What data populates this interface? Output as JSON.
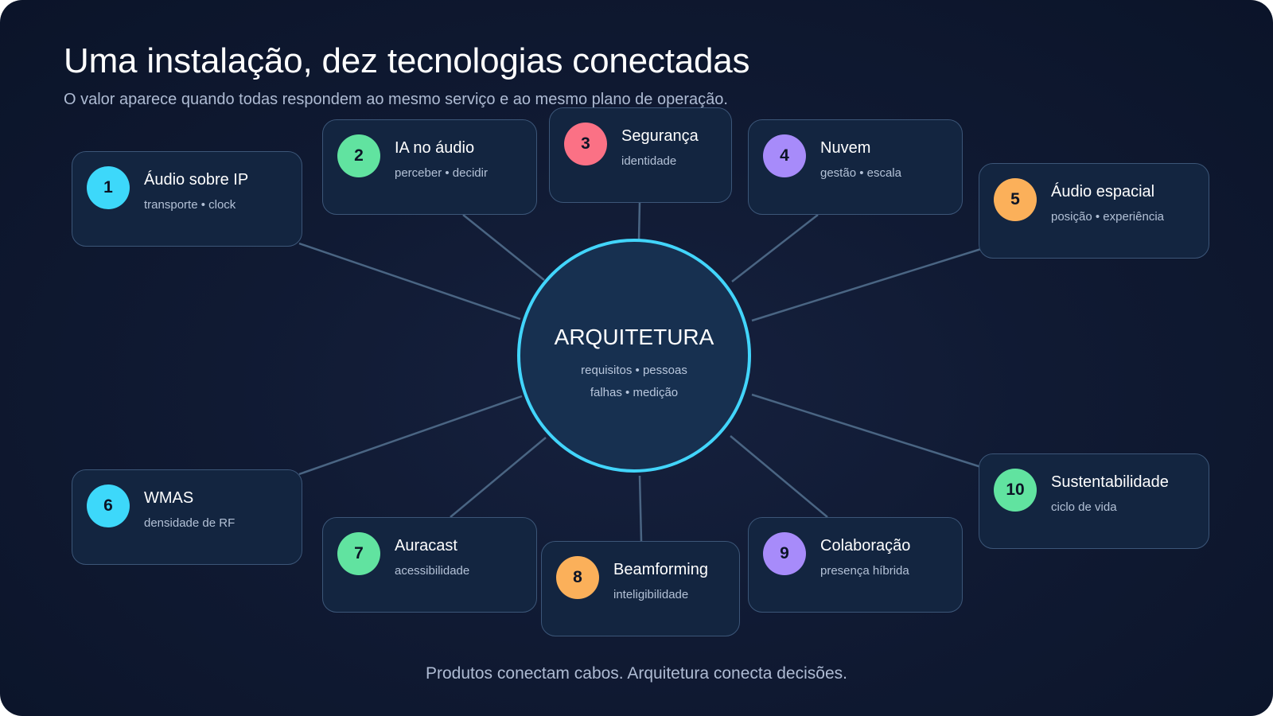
{
  "header": {
    "title": "Uma instalação, dez tecnologias conectadas",
    "subtitle": "O valor aparece quando todas respondem ao mesmo serviço e ao mesmo plano de operação."
  },
  "hub": {
    "title": "ARQUITETURA",
    "line1": "requisitos • pessoas",
    "line2": "falhas • medição",
    "border_color": "#42d5fb"
  },
  "nodes": [
    {
      "number": "1",
      "title": "Áudio sobre IP",
      "subtitle": "transporte • clock",
      "color": "#3dd8fa"
    },
    {
      "number": "2",
      "title": "IA no áudio",
      "subtitle": "perceber • decidir",
      "color": "#61e3a0"
    },
    {
      "number": "3",
      "title": "Segurança",
      "subtitle": "identidade",
      "color": "#fb7185"
    },
    {
      "number": "4",
      "title": "Nuvem",
      "subtitle": "gestão • escala",
      "color": "#a78bfa"
    },
    {
      "number": "5",
      "title": "Áudio espacial",
      "subtitle": "posição • experiência",
      "color": "#fbb05a"
    },
    {
      "number": "6",
      "title": "WMAS",
      "subtitle": "densidade de RF",
      "color": "#3dd8fa"
    },
    {
      "number": "7",
      "title": "Auracast",
      "subtitle": "acessibilidade",
      "color": "#61e3a0"
    },
    {
      "number": "8",
      "title": "Beamforming",
      "subtitle": "inteligibilidade",
      "color": "#fbb05a"
    },
    {
      "number": "9",
      "title": "Colaboração",
      "subtitle": "presença híbrida",
      "color": "#a78bfa"
    },
    {
      "number": "10",
      "title": "Sustentabilidade",
      "subtitle": "ciclo de vida",
      "color": "#61e3a0"
    }
  ],
  "footer": "Produtos conectam cabos. Arquitetura conecta decisões."
}
